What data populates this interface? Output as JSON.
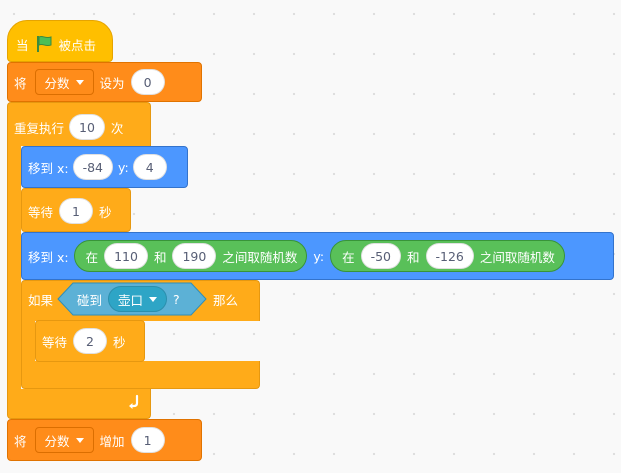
{
  "hat": {
    "when": "当",
    "clicked": "被点击"
  },
  "set_block": {
    "prefix": "将",
    "variable": "分数",
    "action": "设为",
    "value": "0"
  },
  "repeat_block": {
    "label": "重复执行",
    "count": "10",
    "suffix": "次"
  },
  "goto_block_1": {
    "label": "移到 x:",
    "x": "-84",
    "y_label": "y:",
    "y": "4"
  },
  "wait_block_1": {
    "label": "等待",
    "value": "1",
    "unit": "秒"
  },
  "goto_block_2": {
    "label": "移到 x:",
    "random_x": {
      "prefix": "在",
      "from": "110",
      "and": "和",
      "to": "190",
      "suffix": "之间取随机数"
    },
    "y_label": "y:",
    "random_y": {
      "prefix": "在",
      "from": "-50",
      "and": "和",
      "to": "-126",
      "suffix": "之间取随机数"
    }
  },
  "if_block": {
    "prefix": "如果",
    "sense": "碰到",
    "target": "壶口",
    "question": "?",
    "then": "那么"
  },
  "wait_block_2": {
    "label": "等待",
    "value": "2",
    "unit": "秒"
  },
  "change_block": {
    "prefix": "将",
    "variable": "分数",
    "action": "增加",
    "value": "1"
  },
  "colors": {
    "events": "#ffbf00",
    "control": "#ffab19",
    "variables": "#ff8c1a",
    "motion": "#4c97ff",
    "operators": "#59c059",
    "sensing": "#5cb1d6"
  }
}
